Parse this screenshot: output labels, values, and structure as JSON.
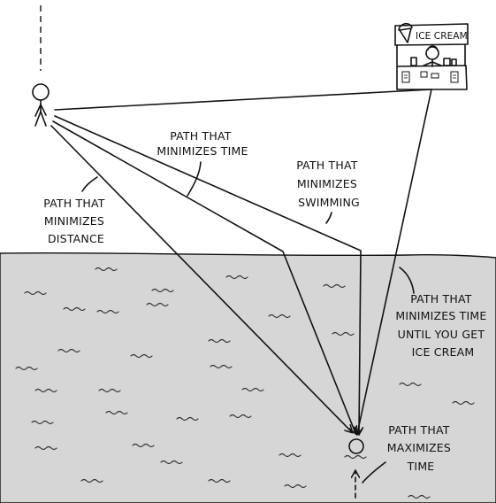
{
  "labels": {
    "minimizes_time": [
      "PATH THAT",
      "MINIMIZES TIME"
    ],
    "minimizes_swimming": [
      "PATH THAT",
      "MINIMIZES",
      "SWIMMING"
    ],
    "minimizes_distance": [
      "PATH THAT",
      "MINIMIZES",
      "DISTANCE"
    ],
    "until_ice_cream": [
      "PATH THAT",
      "MINIMIZES TIME",
      "UNTIL YOU GET",
      "ICE CREAM"
    ],
    "maximizes_time": [
      "PATH THAT",
      "MAXIMIZES",
      "TIME"
    ]
  },
  "stand": {
    "sign": "ICE CREAM"
  },
  "colors": {
    "water": "#d6d6d6",
    "ink": "#111111",
    "sky": "#ffffff"
  }
}
